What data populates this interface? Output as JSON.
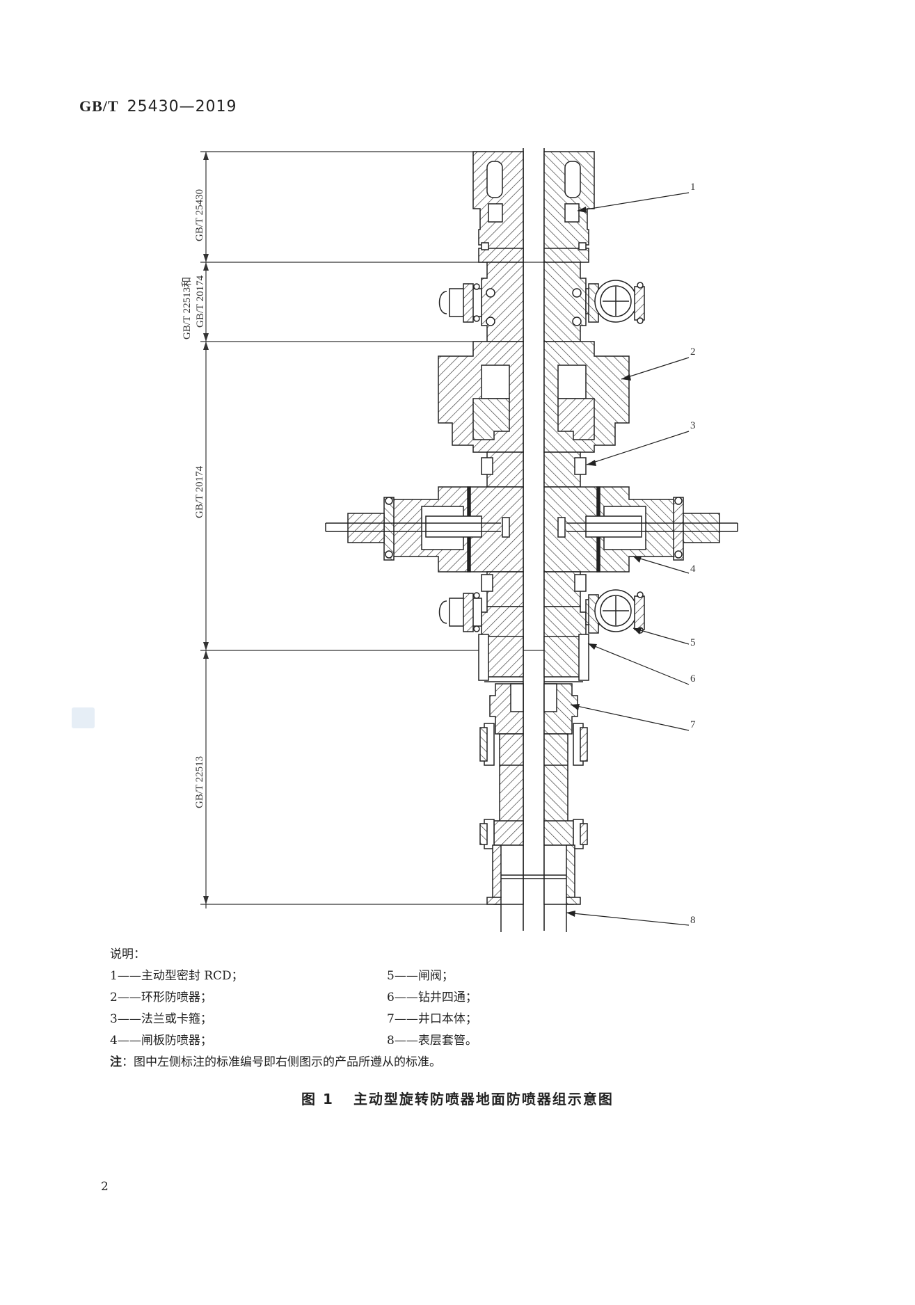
{
  "header": {
    "prefix": "GB/T",
    "number": "25430—2019"
  },
  "dimensions": [
    {
      "label": "GB/T 25430"
    },
    {
      "label": "GB/T 22513和"
    },
    {
      "label": "GB/T 20174"
    },
    {
      "label": "GB/T 20174"
    },
    {
      "label": "GB/T 22513"
    }
  ],
  "callouts": [
    "1",
    "2",
    "3",
    "4",
    "5",
    "6",
    "7",
    "8"
  ],
  "legend": {
    "title": "说明：",
    "left": [
      "1——主动型密封 RCD；",
      "2——环形防喷器；",
      "3——法兰或卡箍；",
      "4——闸板防喷器；"
    ],
    "right": [
      "5——闸阀；",
      "6——钻井四通；",
      "7——井口本体；",
      "8——表层套管。"
    ]
  },
  "note": {
    "label": "注",
    "text": "：图中左侧标注的标准编号即右侧图示的产品所遵从的标准。"
  },
  "caption": {
    "number": "图 1",
    "title": "主动型旋转防喷器地面防喷器组示意图"
  },
  "page_number": "2"
}
